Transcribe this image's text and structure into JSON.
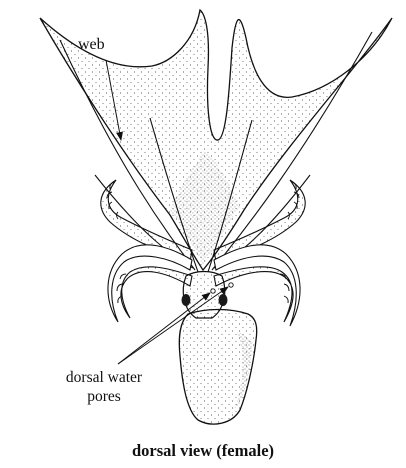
{
  "figure": {
    "labels": {
      "web": "web",
      "pores_line1": "dorsal water",
      "pores_line2": "pores"
    },
    "caption": "dorsal view (female)"
  }
}
